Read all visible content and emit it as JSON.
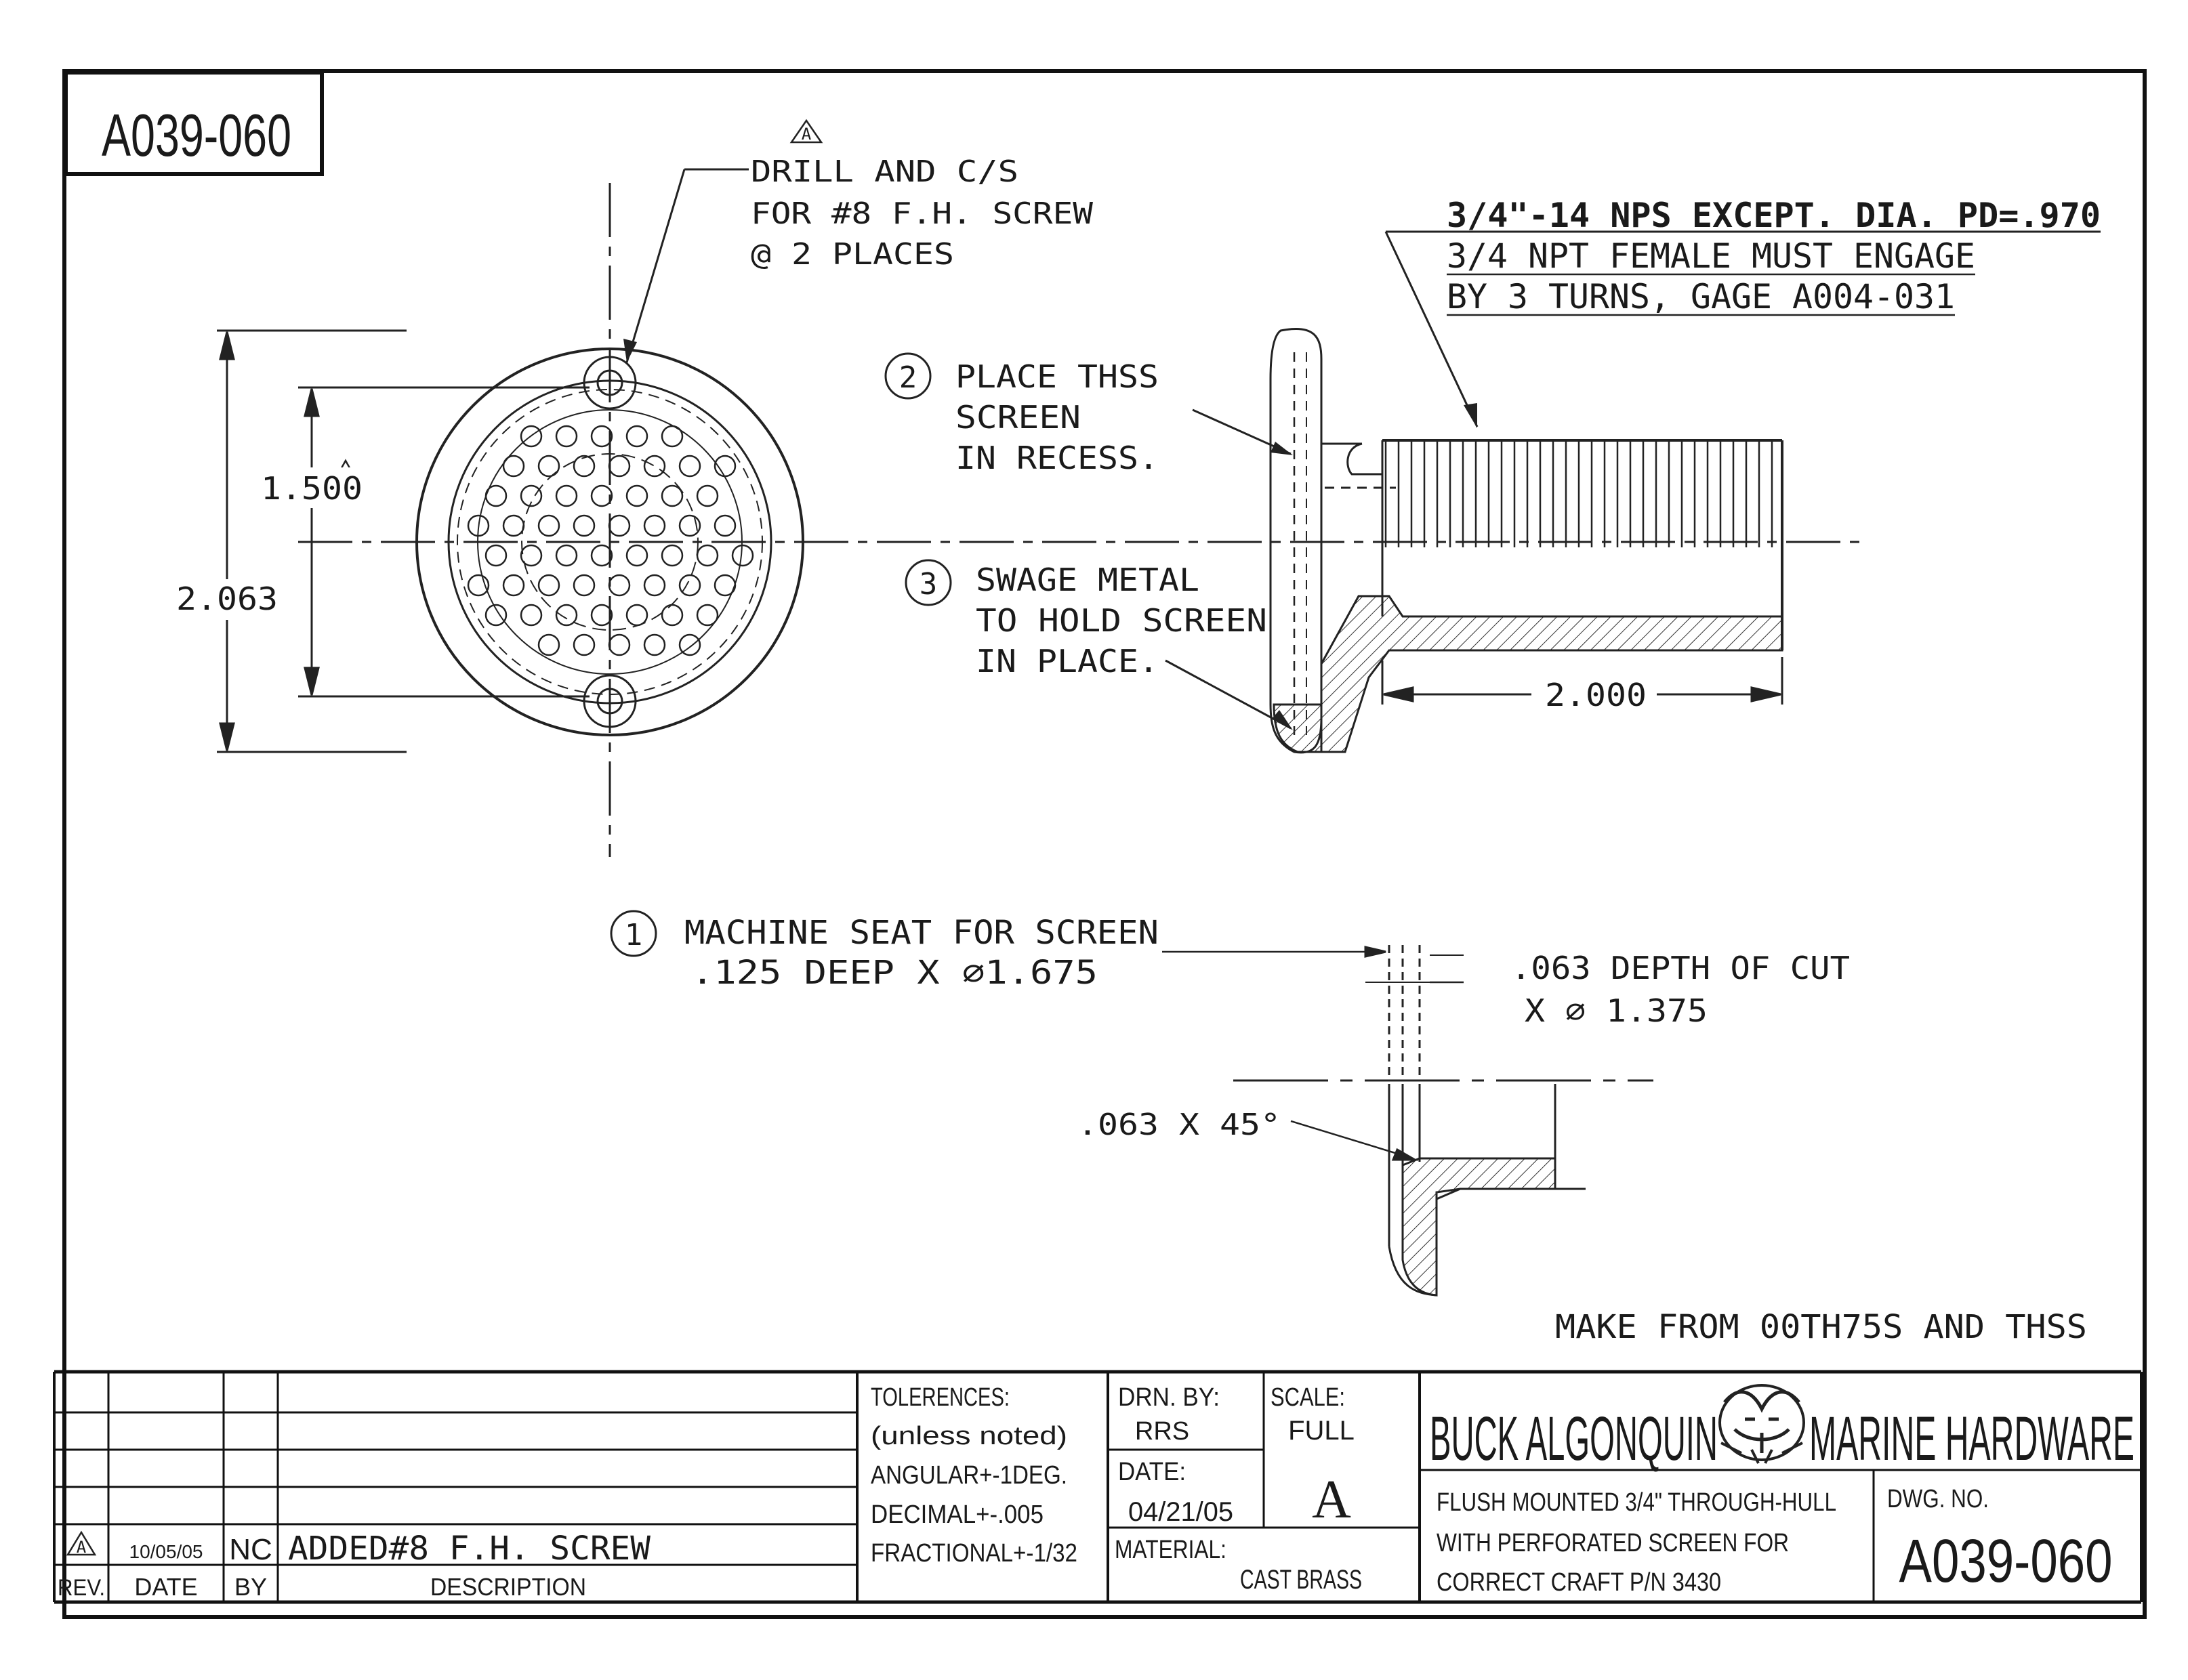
{
  "drawing": {
    "title_box": "A039-060",
    "rev_marker": "A",
    "notes": {
      "drill_line1": "DRILL AND C/S",
      "drill_line2": "FOR #8 F.H. SCREW",
      "drill_line3": "@ 2 PLACES",
      "thread_line1": "3/4\"-14 NPS EXCEPT. DIA. PD=.970",
      "thread_line2": "3/4 NPT FEMALE MUST ENGAGE",
      "thread_line3": "BY 3 TURNS, GAGE A004-031",
      "step2_num": "2",
      "step2_line1": "PLACE THSS",
      "step2_line2": "SCREEN",
      "step2_line3": "IN RECESS.",
      "step3_num": "3",
      "step3_line1": "SWAGE METAL",
      "step3_line2": "TO HOLD SCREEN",
      "step3_line3": "IN PLACE.",
      "step1_num": "1",
      "step1_line1": "MACHINE SEAT FOR SCREEN",
      "step1_line2": ".125 DEEP X  ∅1.675",
      "cut_line1": ".063 DEPTH OF CUT",
      "cut_line2": "X ∅ 1.375",
      "chamfer": ".063 X 45°",
      "make_from": "MAKE FROM 00TH75S AND THSS"
    },
    "dimensions": {
      "hole_spacing": "1.500",
      "outer_diameter": "2.063",
      "length": "2.000"
    }
  },
  "title_block": {
    "revision": {
      "rev": "A",
      "date": "10/05/05",
      "by": "NC",
      "description": "ADDED#8 F.H. SCREW",
      "header_rev": "REV.",
      "header_date": "DATE",
      "header_by": "BY",
      "header_desc": "DESCRIPTION"
    },
    "tolerances": {
      "line1": "TOLERENCES:",
      "line2": "(unless noted)",
      "line3": "ANGULAR+-1DEG.",
      "line4": "DECIMAL+-.005",
      "line5": "FRACTIONAL+-1/32"
    },
    "drawn_by_label": "DRN. BY:",
    "drawn_by": "RRS",
    "scale_label": "SCALE:",
    "scale": "FULL",
    "date_label": "DATE:",
    "date": "04/21/05",
    "size": "A",
    "material_label": "MATERIAL:",
    "material": "CAST BRASS",
    "company_left": "BUCK ALGONQUIN",
    "company_right": "MARINE HARDWARE",
    "desc_line1": "FLUSH MOUNTED 3/4\" THROUGH-HULL",
    "desc_line2": "WITH PERFORATED SCREEN  FOR",
    "desc_line3": "CORRECT CRAFT P/N 3430",
    "dwg_no_label": "DWG. NO.",
    "dwg_no": "A039-060"
  }
}
